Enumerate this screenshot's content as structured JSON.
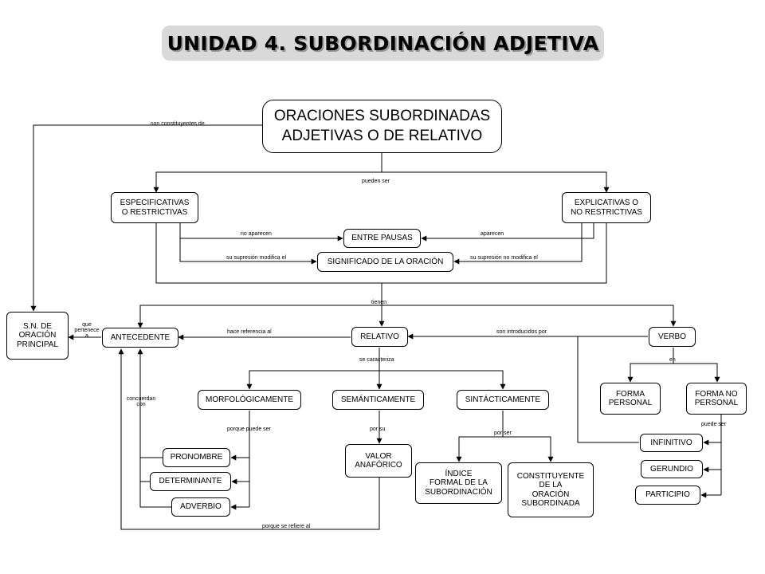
{
  "title": "UNIDAD 4. SUBORDINACIÓN ADJETIVA",
  "nodes": {
    "main": "ORACIONES SUBORDINADAS\nADJETIVAS O DE RELATIVO",
    "especificativas": "ESPECIFICATIVAS\nO RESTRICTIVAS",
    "explicativas": "EXPLICATIVAS O\nNO RESTRICTIVAS",
    "entre_pausas": "ENTRE PAUSAS",
    "significado": "SIGNIFICADO DE LA ORACIÓN",
    "sn": "S.N. DE\nORACIÓN\nPRINCIPAL",
    "antecedente": "ANTECEDENTE",
    "relativo": "RELATIVO",
    "verbo": "VERBO",
    "morfologicamente": "MORFOLÓGICAMENTE",
    "semanticamente": "SEMÁNTICAMENTE",
    "sintacticamente": "SINTÁCTICAMENTE",
    "forma_personal": "FORMA\nPERSONAL",
    "forma_no_personal": "FORMA NO\nPERSONAL",
    "pronombre": "PRONOMBRE",
    "determinante": "DETERMINANTE",
    "adverbio": "ADVERBIO",
    "valor_anaforico": "VALOR\nANAFÓRICO",
    "indice_formal": "ÍNDICE\nFORMAL DE LA\nSUBORDINACIÓN",
    "constituyente": "CONSTITUYENTE\nDE LA\nORACIÓN\nSUBORDINADA",
    "infinitivo": "INFINITIVO",
    "gerundio": "GERUNDIO",
    "participio": "PARTICIPIO"
  },
  "labels": {
    "son_constituyentes": "son constituyentes de",
    "pueden_ser": "pueden ser",
    "no_aparecen": "no aparecen",
    "aparecen": "aparecen",
    "supresion_modifica": "su supresión modifica el",
    "supresion_no_modifica": "su supresión no modifica el",
    "tienen": "tienen",
    "que_pertenece": "que\npertenece\na",
    "hace_referencia": "hace referencia al",
    "son_introducidos": "son introducidos por",
    "se_caracteriza": "se caracteriza",
    "en": "en",
    "concuerdan": "concuerdan\ncon",
    "porque_puede_ser": "porque puede ser",
    "por_su": "por su",
    "por_ser": "por ser",
    "puede_ser": "puede ser",
    "porque_se_refiere": "porque se refiere al"
  }
}
